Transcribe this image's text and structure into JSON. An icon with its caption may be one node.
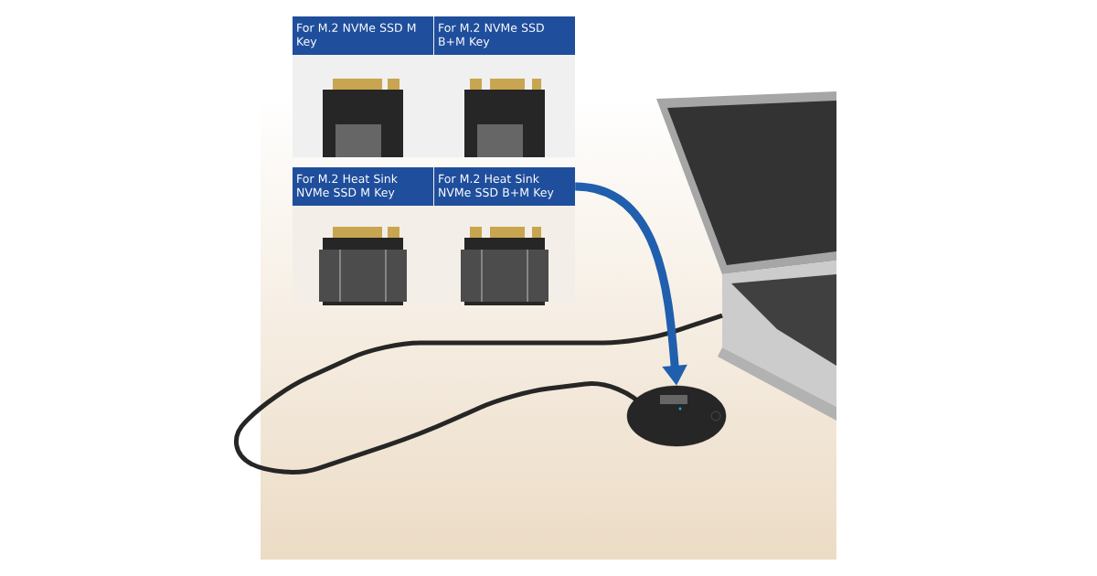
{
  "diagram": {
    "nodes": [
      {
        "text": [
          "For M.2 NVMe SSD M Key"
        ]
      },
      {
        "text": [
          "For M.2 NVMe SSD B+M Key"
        ]
      },
      {
        "text": [
          "For M.2 Heat Sink NVMe SSD M Key"
        ]
      },
      {
        "text": [
          "For M.2 Heat Sink NVMe SSD B+M Key"
        ]
      },
      {
        "text": [],
        "shape": "picture"
      }
    ],
    "edges": [
      {
        "from": 3,
        "to": 4,
        "arrow": "to",
        "color": "#1f5fae"
      }
    ]
  }
}
